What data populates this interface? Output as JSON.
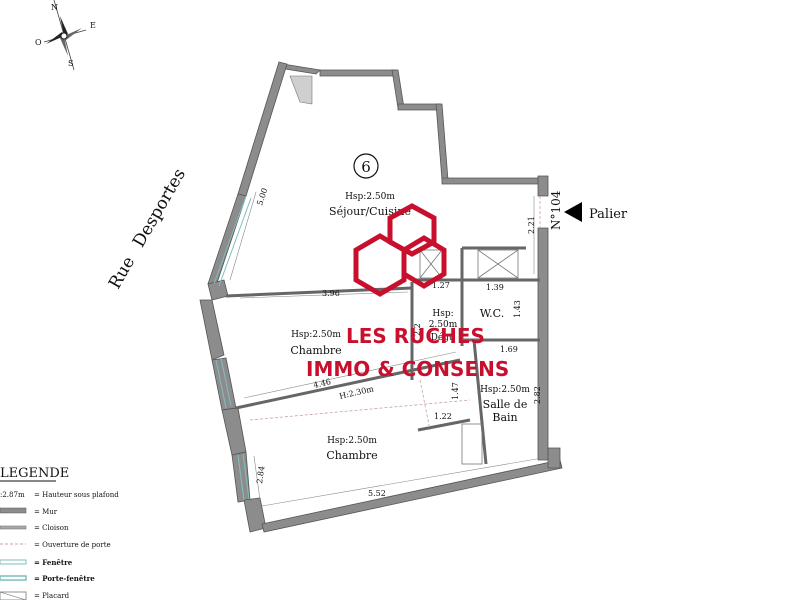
{
  "compass": {
    "n": "N",
    "e": "E",
    "s": "S",
    "o": "O"
  },
  "street": {
    "word1": "Rue",
    "word2": "Desportes"
  },
  "unit_number": "6",
  "landing": {
    "door_number": "N°104",
    "label": "Palier"
  },
  "rooms": {
    "sejour": {
      "height": "Hsp:2.50m",
      "name": "Séjour/Cuisine"
    },
    "chambre1": {
      "height": "Hsp:2.50m",
      "name": "Chambre"
    },
    "chambre2": {
      "height": "Hsp:2.50m",
      "name": "Chambre"
    },
    "degagement": {
      "height": "Hsp:",
      "height2": "2.50m",
      "name": "Dégt."
    },
    "wc": {
      "name": "W.C."
    },
    "sdb": {
      "height": "Hsp:2.50m",
      "name1": "Salle de",
      "name2": "Bain"
    }
  },
  "dimensions": {
    "d_5_00": "5.00",
    "d_2_21": "2.21",
    "d_3_96": "3.96",
    "d_1_27": "1.27",
    "d_1_39": "1.39",
    "d_1_43": "1.43",
    "d_2_2x": "2.2",
    "d_1_69": "1.69",
    "d_4_46": "4.46",
    "d_h_2_30": "H:2.30m",
    "d_1_47": "1.47",
    "d_2_82": "2.82",
    "d_1_22": "1.22",
    "d_2_84": "2.84",
    "d_5_52": "5.52"
  },
  "legend": {
    "title": "LEGENDE",
    "items": [
      {
        "symbol": ":2.87m",
        "text": "= Hauteur sous plafond"
      },
      {
        "text": "= Mur"
      },
      {
        "text": "= Cloison"
      },
      {
        "text": "= Ouverture de porte"
      },
      {
        "text": "= Fenêtre"
      },
      {
        "text": "= Porte-fenêtre"
      },
      {
        "text": "= Placard"
      }
    ]
  },
  "watermark": {
    "line1": "LES RUCHES",
    "line2": "IMMO & CONSENS",
    "color": "#c8102e"
  },
  "colors": {
    "wall": "#8c8c8c",
    "wall_edge": "#555555",
    "window": "#7fbfbf",
    "door": "#c9a0a0",
    "dim_line": "#888888"
  }
}
